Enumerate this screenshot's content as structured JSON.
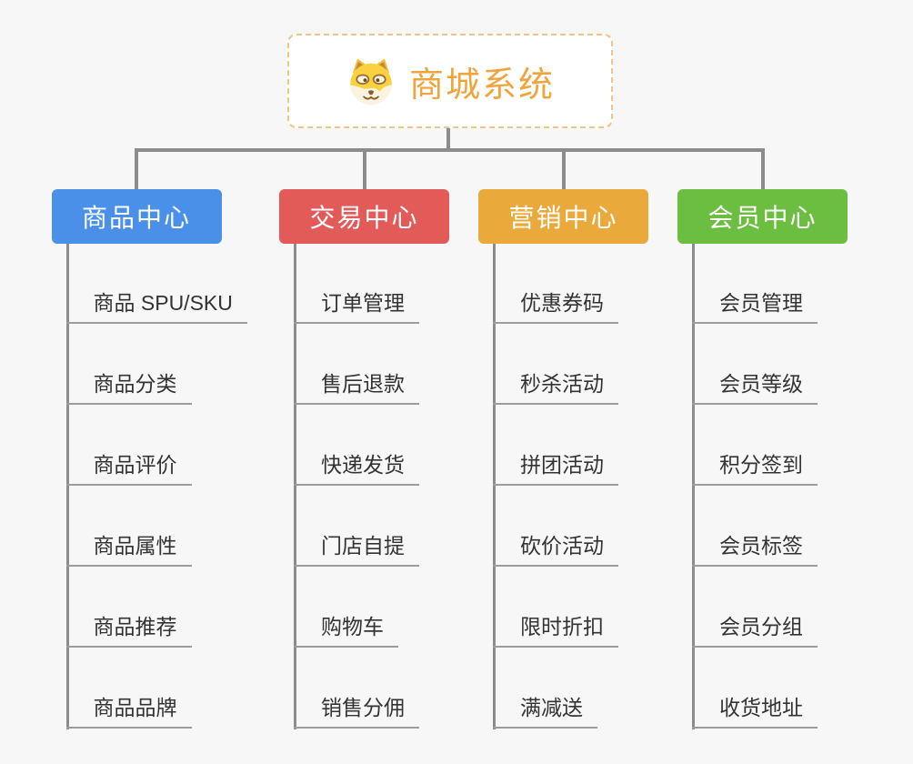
{
  "root": {
    "title": "商城系统",
    "icon": "shiba-dog-icon"
  },
  "branches": [
    {
      "label": "商品中心",
      "color": "#4a90e8",
      "children": [
        "商品 SPU/SKU",
        "商品分类",
        "商品评价",
        "商品属性",
        "商品推荐",
        "商品品牌"
      ]
    },
    {
      "label": "交易中心",
      "color": "#e25b58",
      "children": [
        "订单管理",
        "售后退款",
        "快递发货",
        "门店自提",
        "购物车",
        "销售分佣"
      ]
    },
    {
      "label": "营销中心",
      "color": "#e9a93b",
      "children": [
        "优惠券码",
        "秒杀活动",
        "拼团活动",
        "砍价活动",
        "限时折扣",
        "满减送"
      ]
    },
    {
      "label": "会员中心",
      "color": "#6cbe40",
      "children": [
        "会员管理",
        "会员等级",
        "积分签到",
        "会员标签",
        "会员分组",
        "收货地址"
      ]
    }
  ],
  "colors": {
    "background": "#f7f7f7",
    "connector": "#8c8c8c",
    "item_underline": "#9c9c9c",
    "item_text": "#333333",
    "root_border": "#f0c585",
    "root_text": "#f0a43c"
  }
}
